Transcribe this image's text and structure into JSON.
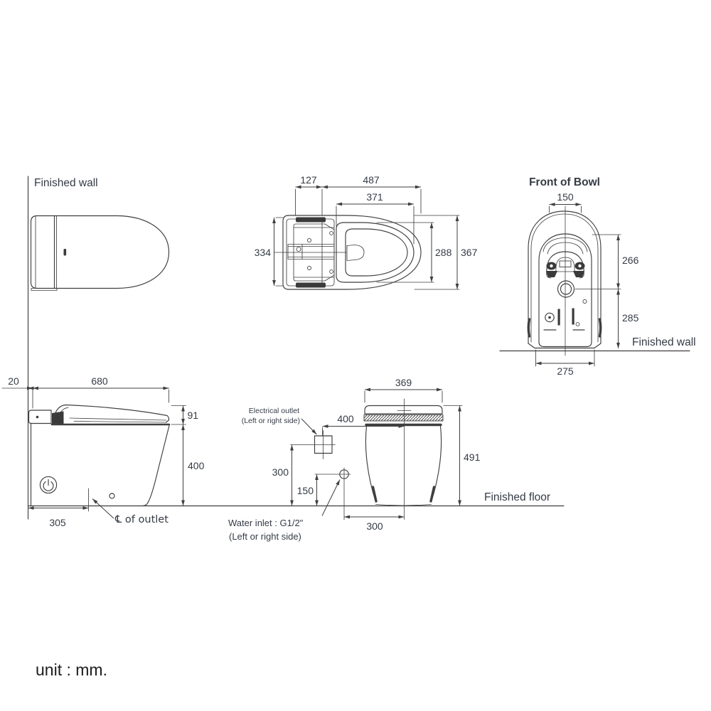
{
  "drawing": {
    "plan_closed": {
      "wall_label": "Finished wall"
    },
    "plan_open": {
      "d127": "127",
      "d487": "487",
      "d371": "371",
      "d334": "334",
      "d288": "288",
      "d367": "367"
    },
    "front_of_bowl": {
      "title": "Front of Bowl",
      "d150": "150",
      "d266": "266",
      "d285": "285",
      "d275": "275",
      "wall_label": "Finished wall"
    },
    "side": {
      "d20": "20",
      "d680": "680",
      "d91": "91",
      "d400": "400",
      "d305": "305",
      "outlet_label": "℄ of outlet"
    },
    "install": {
      "electrical_line1": "Electrical outlet",
      "electrical_line2": "(Left or right side)",
      "d400": "400",
      "d300": "300",
      "d150": "150",
      "water_line1": "Water inlet : G1/2\"",
      "water_line2": "(Left or right side)"
    },
    "rear": {
      "d369": "369",
      "d491": "491",
      "d300": "300",
      "floor_label": "Finished floor"
    },
    "footer": {
      "unit_label": "unit : mm."
    },
    "colors": {
      "line": "#3f3f3f",
      "text": "#353b45",
      "background": "#ffffff"
    }
  }
}
